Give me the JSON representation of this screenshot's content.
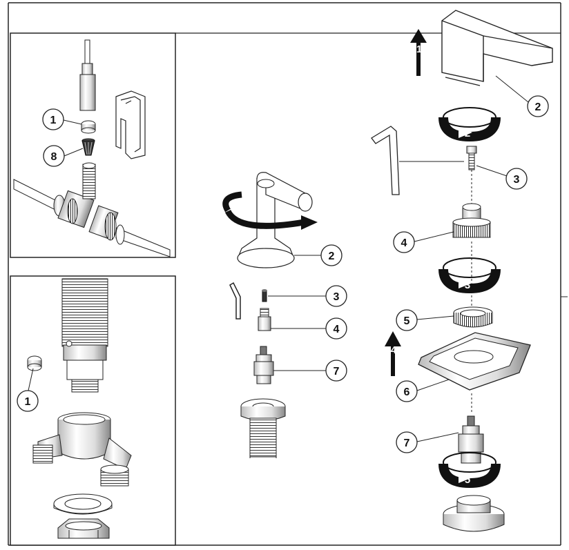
{
  "callouts": {
    "inset_top_1": "1",
    "inset_top_8": "8",
    "inset_bottom_1": "1",
    "mid_2": "2",
    "mid_3": "3",
    "mid_4": "4",
    "mid_7": "7",
    "right_2": "2",
    "right_3": "3",
    "right_4": "4",
    "right_5": "5",
    "right_6": "6",
    "right_7": "7"
  },
  "steps": {
    "s1": "1",
    "s2": "2",
    "s3": "3",
    "s4": "4",
    "s5": "5"
  }
}
